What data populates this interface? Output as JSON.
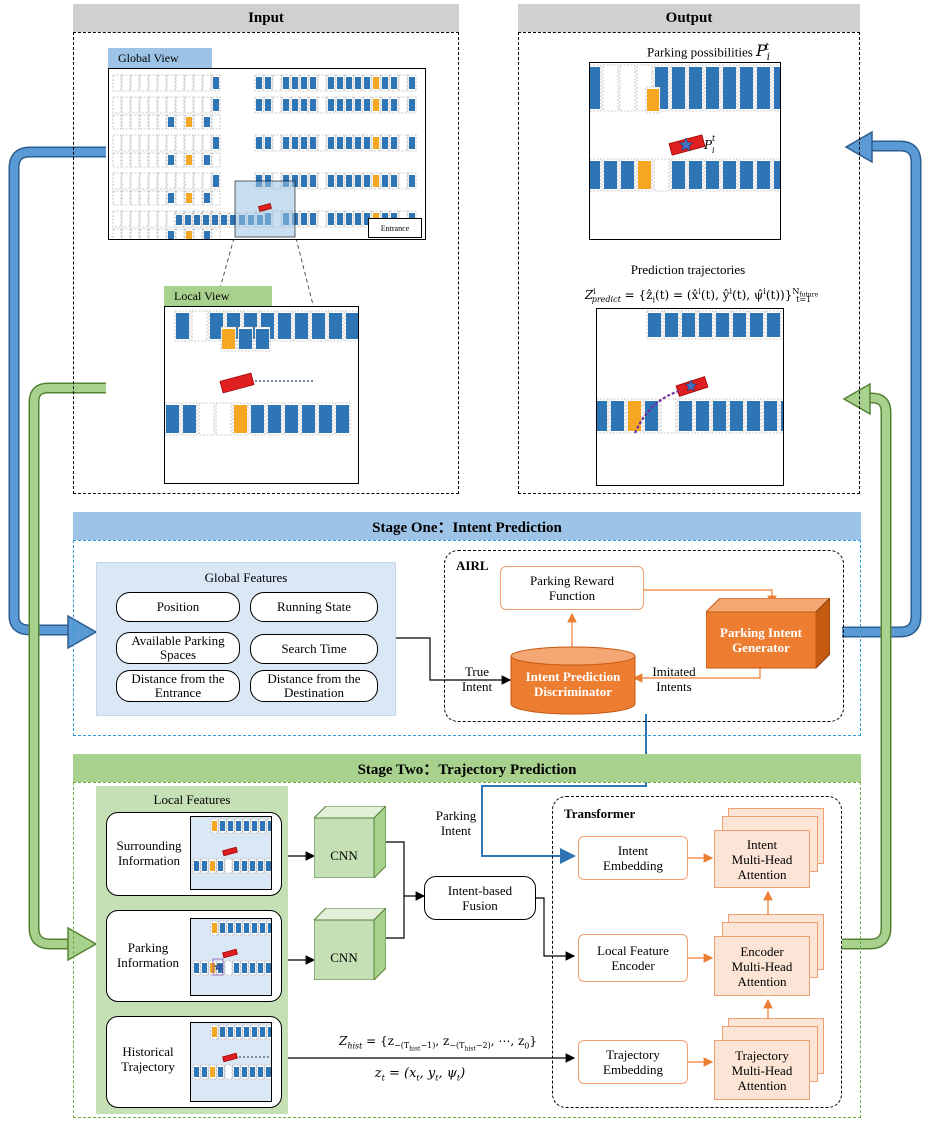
{
  "input": {
    "header": "Input",
    "global_view": "Global View",
    "local_view": "Local View",
    "entrance": "Entrance"
  },
  "output": {
    "header": "Output",
    "parking_possibilities": "Parking possibilities",
    "p_symbol": "P",
    "p_sub": "i",
    "p_sup": "t",
    "prediction_trajectories": "Prediction trajectories",
    "z_formula": "Z^i_predict = {ẑ_i(t) = (x̂^i(t), ŷ^i(t), ψ̂^i(t))}_{t=1}^{N_future}",
    "z_symbol": "Z",
    "z_sup": "i",
    "z_sub": "predict",
    "z_body": "= {ẑ",
    "z_body2": "(t) = (x̂",
    "z_body3": "(t), ŷ",
    "z_body4": "(t), ψ̂",
    "z_body5": "(t))}",
    "z_lim_top": "N",
    "z_lim_top_sub": "future",
    "z_lim_bottom": "t=1"
  },
  "stage_one": {
    "header": "Stage One：Intent Prediction",
    "global_features": {
      "title": "Global Features",
      "items": [
        "Position",
        "Running State",
        "Available Parking Spaces",
        "Search Time",
        "Distance from the Entrance",
        "Distance from the Destination"
      ]
    },
    "airl": {
      "title": "AIRL",
      "reward": "Parking Reward Function",
      "generator": "Parking Intent Generator",
      "discriminator": "Intent Prediction Discriminator",
      "true_intent": "True Intent",
      "imitated_intents": "Imitated Intents"
    }
  },
  "stage_two": {
    "header": "Stage Two：Trajectory Prediction",
    "local_features": {
      "title": "Local Features",
      "items": [
        "Surrounding Information",
        "Parking Information",
        "Historical Trajectory"
      ]
    },
    "cnn": "CNN",
    "fusion": "Intent-based Fusion",
    "parking_intent": "Parking Intent",
    "z_hist_symbol": "Z",
    "z_hist_sub": "hist",
    "z_hist_body": "= {z",
    "z_hist_formula": "Z_hist = {z_{-(T_hist - 1)}, z_{-(T_hist - 2)}, ..., z_0}",
    "z_t_formula": "z_t = (x_t, y_t, ψ_t)",
    "transformer": {
      "title": "Transformer",
      "intent_embedding": "Intent Embedding",
      "local_feature_encoder": "Local Feature Encoder",
      "trajectory_embedding": "Trajectory Embedding",
      "intent_attention": "Intent Multi-Head Attention",
      "encoder_attention": "Encoder Multi-Head Attention",
      "trajectory_attention": "Trajectory Multi-Head Attention"
    }
  },
  "colors": {
    "blue_arrow": "#4a86c8",
    "green_arrow": "#8fc66e",
    "orange": "#ed7d31",
    "slot_blue": "#2e75b6",
    "slot_orange": "#f5a623",
    "car_red": "#e02020"
  }
}
